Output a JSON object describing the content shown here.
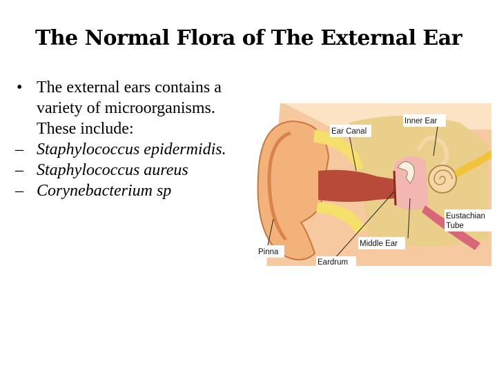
{
  "slide": {
    "title": "The Normal Flora of The External Ear",
    "bullets": [
      {
        "marker": "•",
        "text": "The external ears contains a variety of microorganisms. These include:"
      }
    ],
    "subitems": [
      {
        "marker": "–",
        "text": "Staphylococcus epidermidis."
      },
      {
        "marker": "–",
        "text": "Staphylococcus aureus"
      },
      {
        "marker": "–",
        "text": "Corynebacterium sp"
      }
    ]
  },
  "diagram": {
    "labels": {
      "inner_ear": "Inner Ear",
      "ear_canal": "Ear Canal",
      "eustachian_line1": "Eustachian",
      "eustachian_line2": "Tube",
      "middle_ear": "Middle Ear",
      "pinna": "Pinna",
      "eardrum": "Eardrum"
    },
    "colors": {
      "skin": "#f3b27a",
      "skin_dark": "#d9844b",
      "cartilage": "#f4e06a",
      "bone": "#e9cf8a",
      "canal": "#b84a3a",
      "tissue_pink": "#f2b7b0",
      "cochlea": "#f6d8a6",
      "nerve": "#f2c33a"
    }
  }
}
